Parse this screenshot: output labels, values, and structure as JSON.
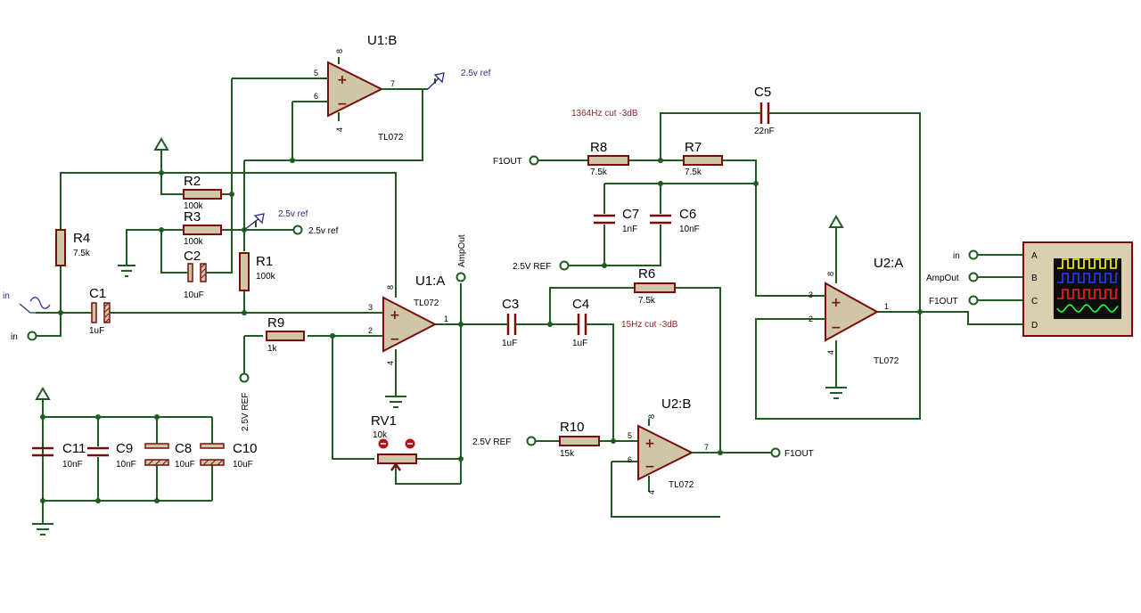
{
  "opamps": {
    "u1a": {
      "ref": "U1:A",
      "model": "TL072",
      "p_plus": "3",
      "p_minus": "2",
      "p_out": "1",
      "p_vp": "8",
      "p_vn": "4"
    },
    "u1b": {
      "ref": "U1:B",
      "model": "TL072",
      "p_plus": "5",
      "p_minus": "6",
      "p_out": "7",
      "p_vp": "8",
      "p_vn": "4"
    },
    "u2a": {
      "ref": "U2:A",
      "model": "TL072",
      "p_plus": "3",
      "p_minus": "2",
      "p_out": "1",
      "p_vp": "8",
      "p_vn": "4"
    },
    "u2b": {
      "ref": "U2:B",
      "model": "TL072",
      "p_plus": "5",
      "p_minus": "6",
      "p_out": "7",
      "p_vp": "8",
      "p_vn": "4"
    }
  },
  "resistors": {
    "r1": {
      "ref": "R1",
      "value": "100k"
    },
    "r2": {
      "ref": "R2",
      "value": "100k"
    },
    "r3": {
      "ref": "R3",
      "value": "100k"
    },
    "r4": {
      "ref": "R4",
      "value": "7.5k"
    },
    "r6": {
      "ref": "R6",
      "value": "7.5k"
    },
    "r7": {
      "ref": "R7",
      "value": "7.5k"
    },
    "r8": {
      "ref": "R8",
      "value": "7.5k"
    },
    "r9": {
      "ref": "R9",
      "value": "1k"
    },
    "r10": {
      "ref": "R10",
      "value": "15k"
    }
  },
  "capacitors": {
    "c1": {
      "ref": "C1",
      "value": "1uF"
    },
    "c2": {
      "ref": "C2",
      "value": "10uF"
    },
    "c3": {
      "ref": "C3",
      "value": "1uF"
    },
    "c4": {
      "ref": "C4",
      "value": "1uF"
    },
    "c5": {
      "ref": "C5",
      "value": "22nF"
    },
    "c6": {
      "ref": "C6",
      "value": "10nF"
    },
    "c7": {
      "ref": "C7",
      "value": "1nF"
    },
    "c8": {
      "ref": "C8",
      "value": "10uF"
    },
    "c9": {
      "ref": "C9",
      "value": "10nF"
    },
    "c10": {
      "ref": "C10",
      "value": "10uF"
    },
    "c11": {
      "ref": "C11",
      "value": "10nF"
    }
  },
  "pot": {
    "ref": "RV1",
    "value": "10k"
  },
  "terminals": {
    "in_left": "in",
    "ref_r3": "2.5v ref",
    "ref_2v5_vert": "2.5V REF",
    "f1out_r8": "F1OUT",
    "ref_c7": "2.5V REF",
    "ref_r10": "2.5V REF",
    "f1out_u2b": "F1OUT",
    "ampout": "AmpOut",
    "scope_in": "in",
    "scope_ampout": "AmpOut",
    "scope_f1out": "F1OUT"
  },
  "flags": {
    "u1b_out": "2.5v ref",
    "r1_node": "2.5v ref"
  },
  "annotations": {
    "cut_high": "1364Hz cut -3dB",
    "cut_low": "15Hz cut -3dB"
  },
  "scope": {
    "channels": [
      "A",
      "B",
      "C",
      "D"
    ],
    "trace_colors": [
      "#ffff00",
      "#2040ff",
      "#ff2020",
      "#20ff40"
    ]
  },
  "colors": {
    "wire": "#1f5c1f",
    "component": "#7a0c0c",
    "body": "#cfc6a8",
    "text_blue": "#2a2a8a",
    "annotation": "#8a2a2a"
  }
}
